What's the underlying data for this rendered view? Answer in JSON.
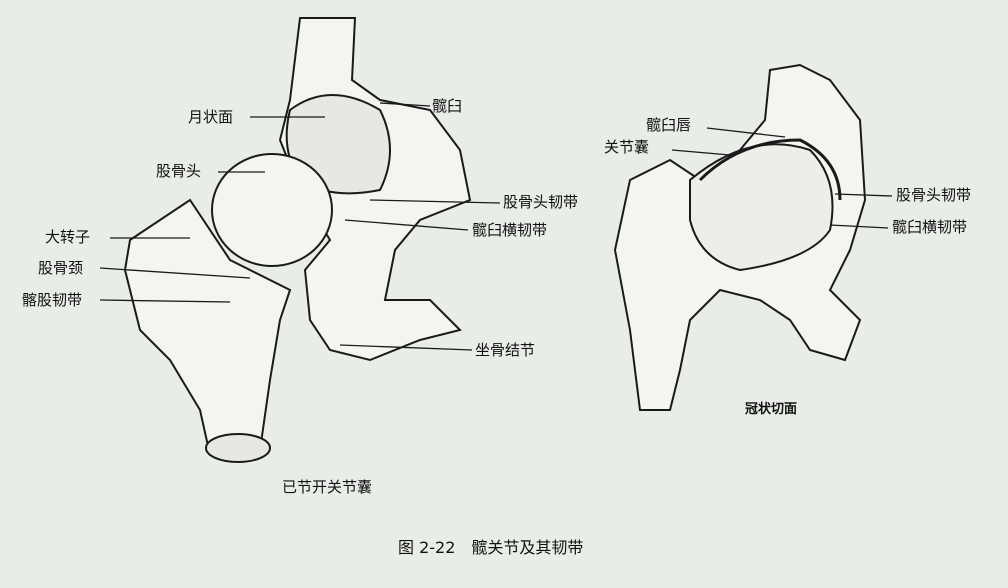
{
  "left_figure": {
    "labels": {
      "lunate_surface": "月状面",
      "acetabulum": "髋臼",
      "femoral_head": "股骨头",
      "ligament_of_head": "股骨头韧带",
      "transverse_acetabular_ligament": "髋臼横韧带",
      "greater_trochanter": "大转子",
      "femoral_neck": "股骨颈",
      "iliofemoral_ligament": "髂股韧带",
      "ischial_tuberosity": "坐骨结节"
    },
    "caption": "已节开关节囊"
  },
  "right_figure": {
    "labels": {
      "acetabular_labrum": "髋臼唇",
      "joint_capsule": "关节囊",
      "ligament_of_head": "股骨头韧带",
      "transverse_acetabular_ligament": "髋臼横韧带"
    },
    "caption": "冠状切面"
  },
  "figure_caption": "图 2-22　髋关节及其韧带",
  "colors": {
    "background": "#e9ede8",
    "bone": "#f4f5f1",
    "line": "#1a1a1a"
  }
}
